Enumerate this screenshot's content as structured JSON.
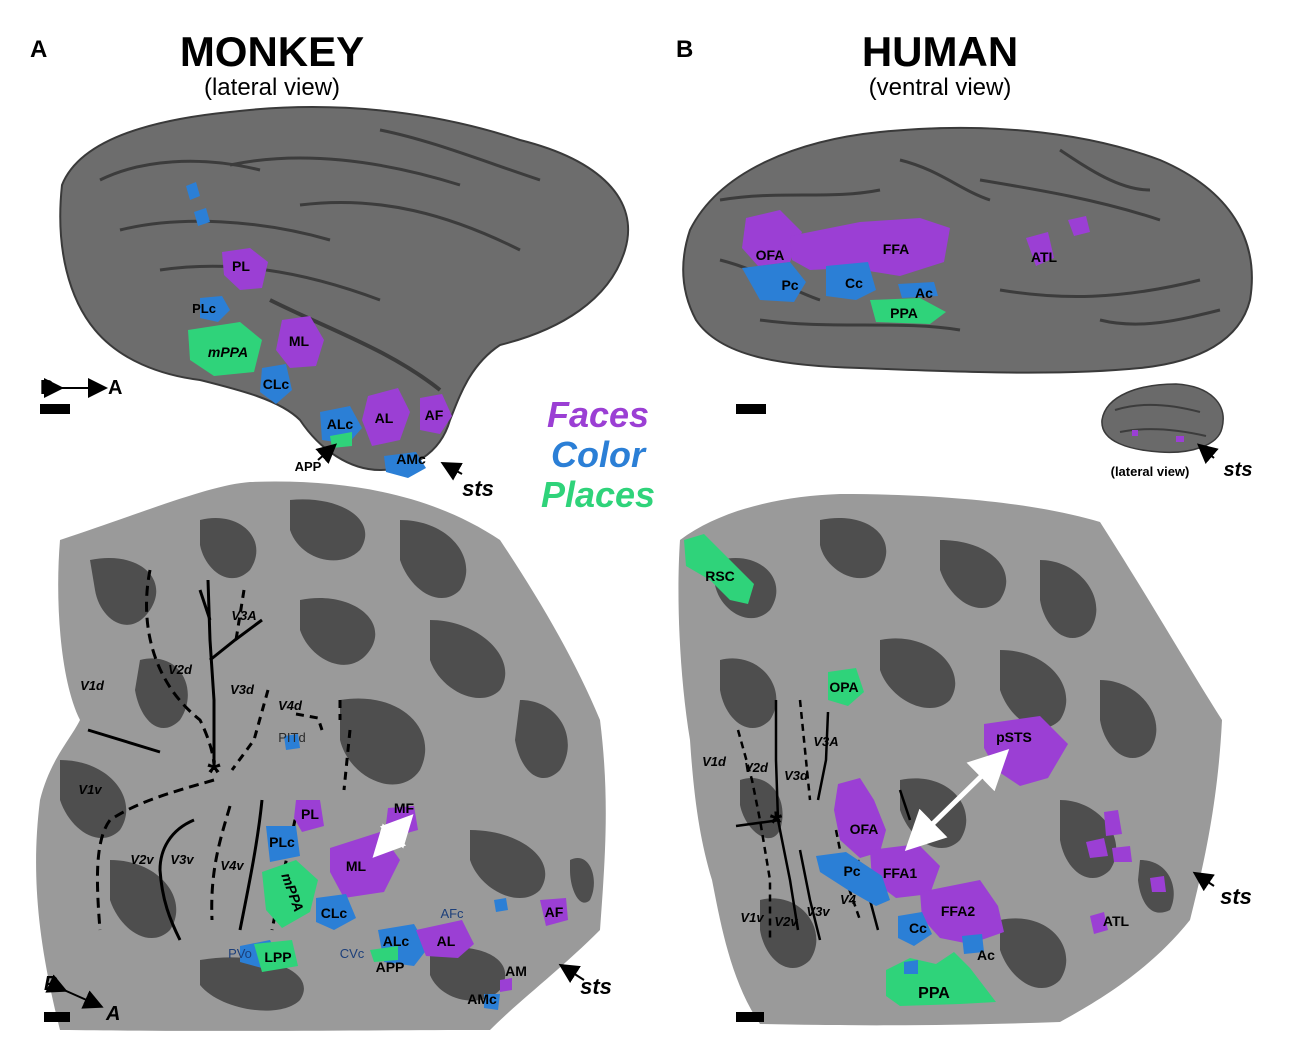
{
  "panel_a": {
    "letter": "A",
    "title": "MONKEY",
    "subtitle": "(lateral view)",
    "orientation": {
      "p": "P",
      "a": "A"
    },
    "lateral_labels": {
      "pl": "PL",
      "plc": "PLc",
      "ml": "ML",
      "mppa": "mPPA",
      "clc": "CLc",
      "alc": "ALc",
      "al": "AL",
      "af": "AF",
      "app": "APP",
      "amc": "AMc",
      "sts": "sts"
    },
    "flat_labels": {
      "v3a": "V3A",
      "v1d": "V1d",
      "v2d": "V2d",
      "v3d": "V3d",
      "v4d": "V4d",
      "pitd": "PITd",
      "v1v": "V1v",
      "v2v": "V2v",
      "v3v": "V3v",
      "v4v": "V4v",
      "pl": "PL",
      "mf": "MF",
      "plc": "PLc",
      "ml": "ML",
      "mppa": "mPPA",
      "clc": "CLc",
      "afc": "AFc",
      "af": "AF",
      "pvo": "PVo",
      "lpp": "LPP",
      "cvc": "CVc",
      "alc": "ALc",
      "al": "AL",
      "app": "APP",
      "am": "AM",
      "amc": "AMc",
      "sts": "sts"
    }
  },
  "panel_b": {
    "letter": "B",
    "title": "HUMAN",
    "subtitle": "(ventral view)",
    "ventral_labels": {
      "ofa": "OFA",
      "ffa": "FFA",
      "atl": "ATL",
      "pc": "Pc",
      "cc": "Cc",
      "ac": "Ac",
      "ppa": "PPA"
    },
    "inset_label": "(lateral view)",
    "inset_sts": "sts",
    "flat_labels": {
      "rsc": "RSC",
      "opa": "OPA",
      "psts": "pSTS",
      "v1d": "V1d",
      "v2d": "V2d",
      "v3d": "V3d",
      "v3a": "V3A",
      "ofa": "OFA",
      "pc": "Pc",
      "ffa1": "FFA1",
      "v4": "V4",
      "ffa2": "FFA2",
      "v1v": "V1v",
      "v2v": "V2v",
      "v3v": "V3v",
      "cc": "Cc",
      "ac": "Ac",
      "atl": "ATL",
      "ppa": "PPA",
      "sts": "sts"
    }
  },
  "legend": {
    "faces": "Faces",
    "color": "Color",
    "places": "Places"
  },
  "colors": {
    "faces": "#9b3fd4",
    "color": "#2b7fd6",
    "places": "#2fd37a",
    "cortex_dark": "#4a4a4a",
    "cortex_light": "#9a9a9a",
    "brain": "#6f6f6f"
  }
}
